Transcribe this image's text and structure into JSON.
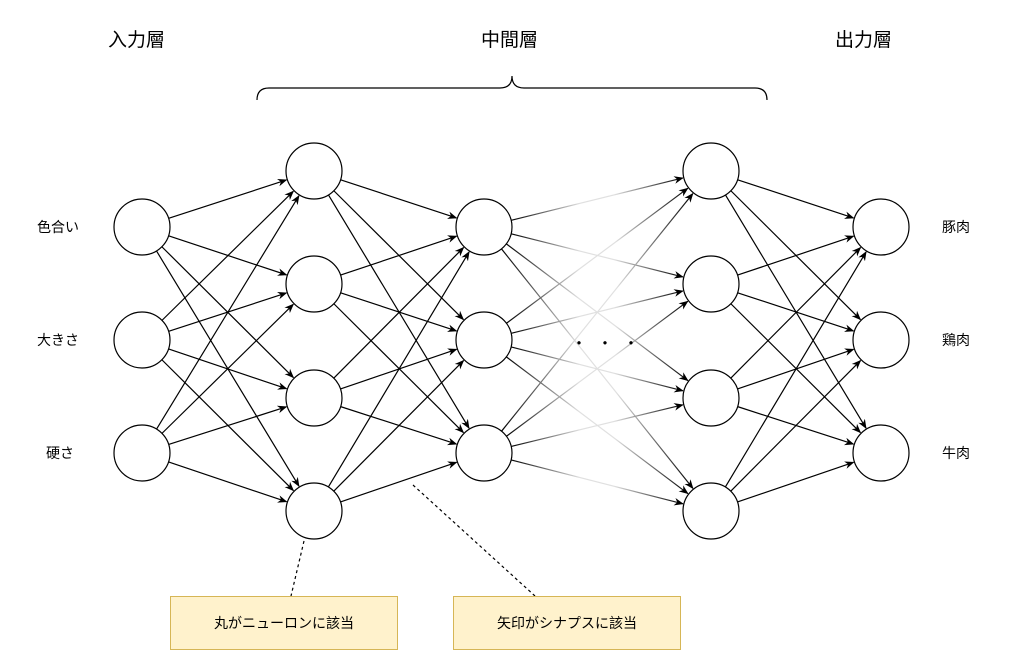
{
  "layers": {
    "input_title": "入力層",
    "hidden_title": "中間層",
    "output_title": "出力層"
  },
  "inputs": [
    "色合い",
    "大きさ",
    "硬さ"
  ],
  "outputs": [
    "豚肉",
    "鶏肉",
    "牛肉"
  ],
  "ellipsis": "・・・",
  "notes": {
    "neuron": "丸がニューロンに該当",
    "synapse": "矢印がシナプスに該当"
  },
  "colors": {
    "note_fill": "#fff2cc",
    "note_border": "#d6b656",
    "faded_arrow": "#e0e0e0"
  }
}
